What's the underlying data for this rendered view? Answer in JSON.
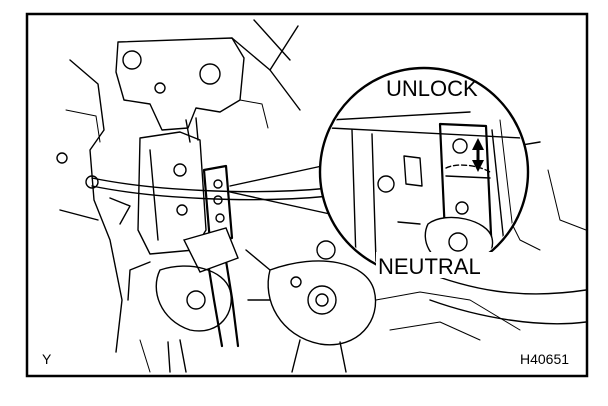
{
  "labels": {
    "unlock": "UNLOCK",
    "neutral": "NEUTRAL",
    "corner_code": "Y",
    "figure_id": "H40651"
  },
  "colors": {
    "ink": "#000000",
    "paper": "#ffffff"
  }
}
